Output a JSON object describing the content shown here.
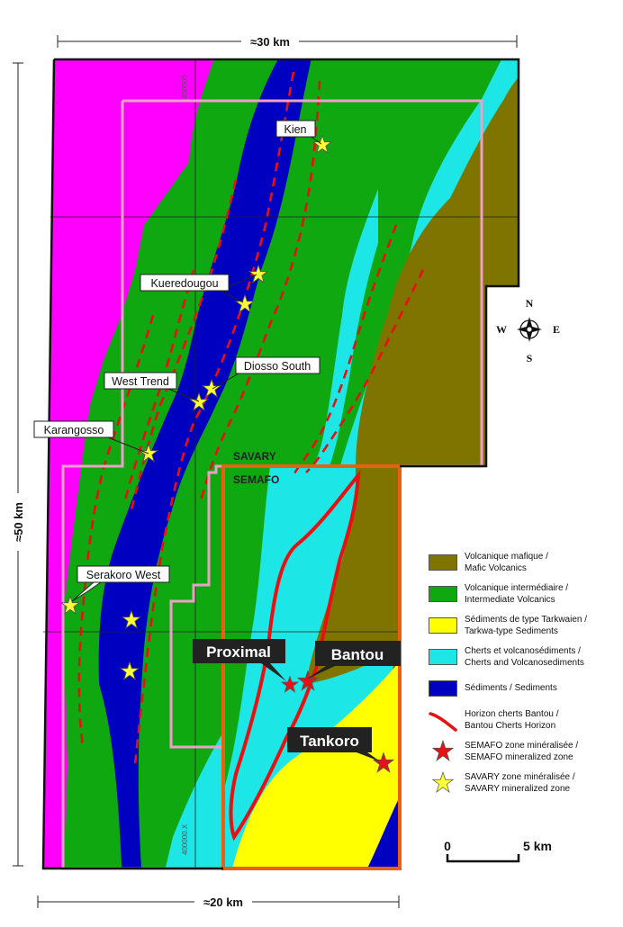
{
  "dimensions": {
    "width_label": "≈30 km",
    "height_label": "≈50 km",
    "bottom_width_label": "≈20 km"
  },
  "coords": {
    "top_easting": "400000",
    "bottom_easting": "400000.X"
  },
  "compass": {
    "n": "N",
    "s": "S",
    "e": "E",
    "w": "W"
  },
  "zones": {
    "savary": "SAVARY",
    "semafo": "SEMAFO"
  },
  "places": {
    "kien": "Kien",
    "kueredougou": "Kueredougou",
    "diosso_south": "Diosso South",
    "west_trend": "West Trend",
    "karangosso": "Karangosso",
    "serakoro_west": "Serakoro West"
  },
  "deposits": {
    "proximal": "Proximal",
    "bantou": "Bantou",
    "tankoro": "Tankoro"
  },
  "scale": {
    "start": "0",
    "end": "5 km"
  },
  "legend": {
    "items": [
      {
        "fr": "Volcanique mafique /",
        "en": "Mafic Volcanics",
        "color": "#807400"
      },
      {
        "fr": "Volcanique intermédiaire /",
        "en": "Intermediate Volcanics",
        "color": "#10A810"
      },
      {
        "fr": "Sédiments de type Tarkwaien /",
        "en": "Tarkwa-type Sediments",
        "color": "#FFFF00"
      },
      {
        "fr": "Cherts et volcanosédiments /",
        "en": "Cherts and Volcanosediments",
        "color": "#1CE6E6"
      },
      {
        "fr": "Sédiments / Sediments",
        "en": "",
        "color": "#0000C0"
      }
    ],
    "horizon": {
      "fr": "Horizon cherts Bantou /",
      "en": "Bantou Cherts Horizon",
      "color": "#E81010"
    },
    "semafo_zone": {
      "fr": "SEMAFO zone minéralisée /",
      "en": "SEMAFO mineralized zone",
      "color": "#E81010"
    },
    "savary_zone": {
      "fr": "SAVARY zone minéralisée /",
      "en": "SAVARY mineralized zone",
      "color": "#FFFF33"
    }
  },
  "colors": {
    "magenta": "#FF00FF",
    "green": "#10A810",
    "olive": "#807400",
    "cyan": "#1CE6E6",
    "blue": "#0000C0",
    "yellow": "#FFFF00",
    "pink_outline": "#F0A0C8",
    "orange_outline": "#E86010",
    "red": "#E81010"
  }
}
